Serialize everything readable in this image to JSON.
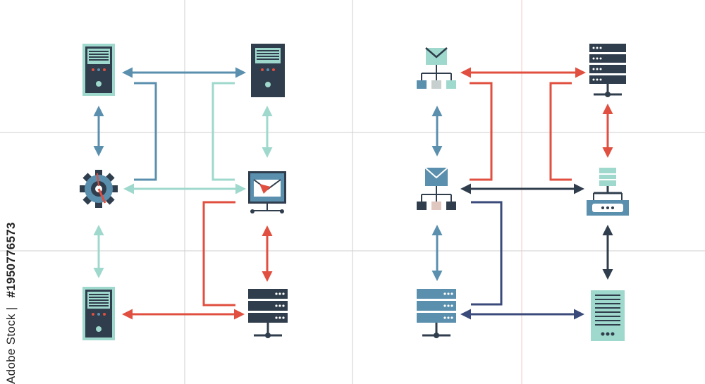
{
  "watermark": {
    "brand": "Adobe Stock",
    "separator": "|",
    "id": "#1950776573"
  },
  "colors": {
    "teal": "#5a8fae",
    "mint": "#9fd8cc",
    "red": "#e04f3f",
    "navy": "#2f3d4c",
    "indigo": "#3a4a7a",
    "tower_fill": "#9fd8cc",
    "tower_dark": "#2f3d4c",
    "grid": "#c9c9c9"
  },
  "left_diagram": {
    "nodes": [
      {
        "id": "tower-top-left",
        "icon": "server-tower-icon"
      },
      {
        "id": "tower-top-right",
        "icon": "server-tower-dark-icon"
      },
      {
        "id": "gear-center",
        "icon": "gear-icon"
      },
      {
        "id": "mail-hub",
        "icon": "email-network-icon"
      },
      {
        "id": "tower-bottom-left",
        "icon": "server-tower-icon"
      },
      {
        "id": "rack-bottom-right",
        "icon": "server-rack-network-icon"
      }
    ],
    "links": [
      {
        "from": "tower-top-left",
        "to": "tower-top-right",
        "color": "teal",
        "type": "bidirectional"
      },
      {
        "from": "tower-top-left",
        "to": "gear-center",
        "color": "teal",
        "type": "bidirectional"
      },
      {
        "from": "gear-center",
        "to": "mail-hub",
        "color": "mint",
        "type": "bidirectional"
      },
      {
        "from": "tower-top-right",
        "to": "mail-hub",
        "color": "mint",
        "type": "bidirectional"
      },
      {
        "from": "gear-center",
        "to": "tower-bottom-left",
        "color": "mint",
        "type": "bidirectional"
      },
      {
        "from": "mail-hub",
        "to": "rack-bottom-right",
        "color": "red",
        "type": "bidirectional"
      },
      {
        "from": "tower-bottom-left",
        "to": "rack-bottom-right",
        "color": "red",
        "type": "bidirectional"
      }
    ]
  },
  "right_diagram": {
    "nodes": [
      {
        "id": "mail-net-top",
        "icon": "email-network-icon"
      },
      {
        "id": "rack-top",
        "icon": "server-rack-network-icon"
      },
      {
        "id": "mail-net-mid",
        "icon": "email-network-icon"
      },
      {
        "id": "switch-mid",
        "icon": "network-switch-icon"
      },
      {
        "id": "rack-bottom",
        "icon": "server-rack-network-icon"
      },
      {
        "id": "cabinet-bottom",
        "icon": "server-cabinet-icon"
      }
    ],
    "links": [
      {
        "from": "mail-net-top",
        "to": "rack-top",
        "color": "red",
        "type": "bidirectional"
      },
      {
        "from": "mail-net-top",
        "to": "mail-net-mid",
        "color": "teal",
        "type": "bidirectional"
      },
      {
        "from": "rack-top",
        "to": "switch-mid",
        "color": "red",
        "type": "bidirectional"
      },
      {
        "from": "mail-net-mid",
        "to": "switch-mid",
        "color": "navy",
        "type": "bidirectional"
      },
      {
        "from": "mail-net-mid",
        "to": "rack-bottom",
        "color": "teal",
        "type": "bidirectional"
      },
      {
        "from": "switch-mid",
        "to": "cabinet-bottom",
        "color": "navy",
        "type": "bidirectional"
      },
      {
        "from": "rack-bottom",
        "to": "cabinet-bottom",
        "color": "indigo",
        "type": "bidirectional"
      }
    ]
  }
}
